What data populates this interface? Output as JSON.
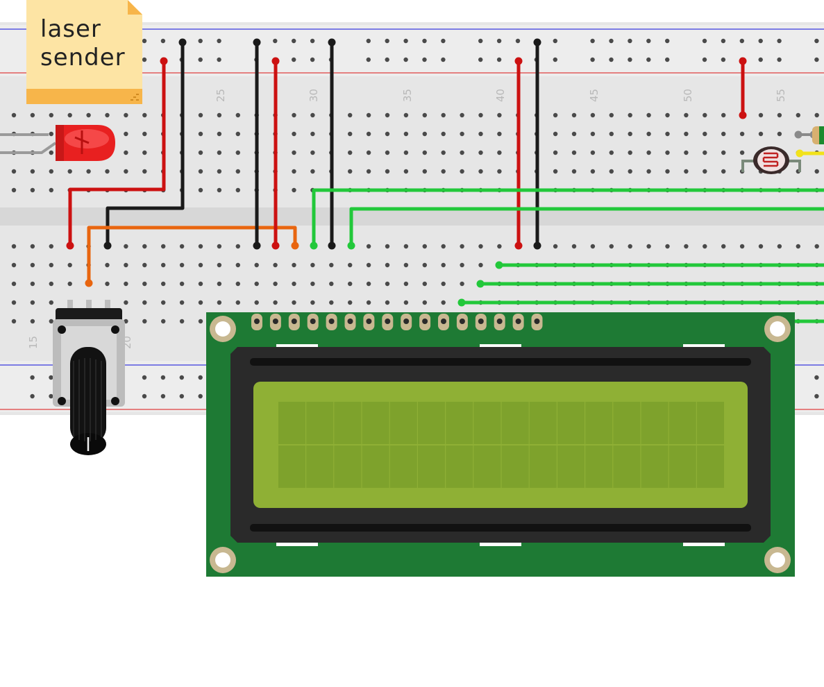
{
  "note": {
    "lines": [
      "laser",
      "sender"
    ],
    "color": "#fde4a4",
    "accent": "#f7b54a"
  },
  "breadboard": {
    "column_numbers": [
      "15",
      "20",
      "25",
      "30",
      "35",
      "40",
      "45",
      "50",
      "55"
    ],
    "colors": {
      "board": "#e6e6e6",
      "rail": "#efefef",
      "hole": "#555555",
      "hole_used": "#2fb54a",
      "red_line": "#e04040",
      "blue_line": "#3030e0"
    }
  },
  "wires": [
    {
      "name": "wire-red-1",
      "color": "#cc1111"
    },
    {
      "name": "wire-black-1",
      "color": "#1a1a1a"
    },
    {
      "name": "wire-red-2",
      "color": "#cc1111"
    },
    {
      "name": "wire-black-2",
      "color": "#1a1a1a"
    },
    {
      "name": "wire-orange",
      "color": "#e8650f"
    },
    {
      "name": "wire-black-3",
      "color": "#1a1a1a"
    },
    {
      "name": "wire-red-3",
      "color": "#cc1111"
    },
    {
      "name": "wire-black-4",
      "color": "#1a1a1a"
    },
    {
      "name": "wire-red-4",
      "color": "#cc1111"
    },
    {
      "name": "wire-black-5",
      "color": "#1a1a1a"
    },
    {
      "name": "wire-red-5",
      "color": "#cc1111"
    },
    {
      "name": "wire-green-1",
      "color": "#22c83a"
    },
    {
      "name": "wire-green-2",
      "color": "#22c83a"
    },
    {
      "name": "wire-green-3",
      "color": "#22c83a"
    },
    {
      "name": "wire-green-4",
      "color": "#22c83a"
    },
    {
      "name": "wire-green-5",
      "color": "#22c83a"
    },
    {
      "name": "wire-green-6",
      "color": "#22c83a"
    }
  ],
  "components": {
    "led_color": "#e82020",
    "lcd": {
      "pcb_color": "#1e7a34",
      "bezel_color": "#2a2a2a",
      "screen_color": "#8fb035",
      "cell_color": "#7ea22c",
      "rows": 2,
      "cols": 16
    },
    "potentiometer": "rotary-potentiometer",
    "photoresistor": "photoresistor"
  }
}
